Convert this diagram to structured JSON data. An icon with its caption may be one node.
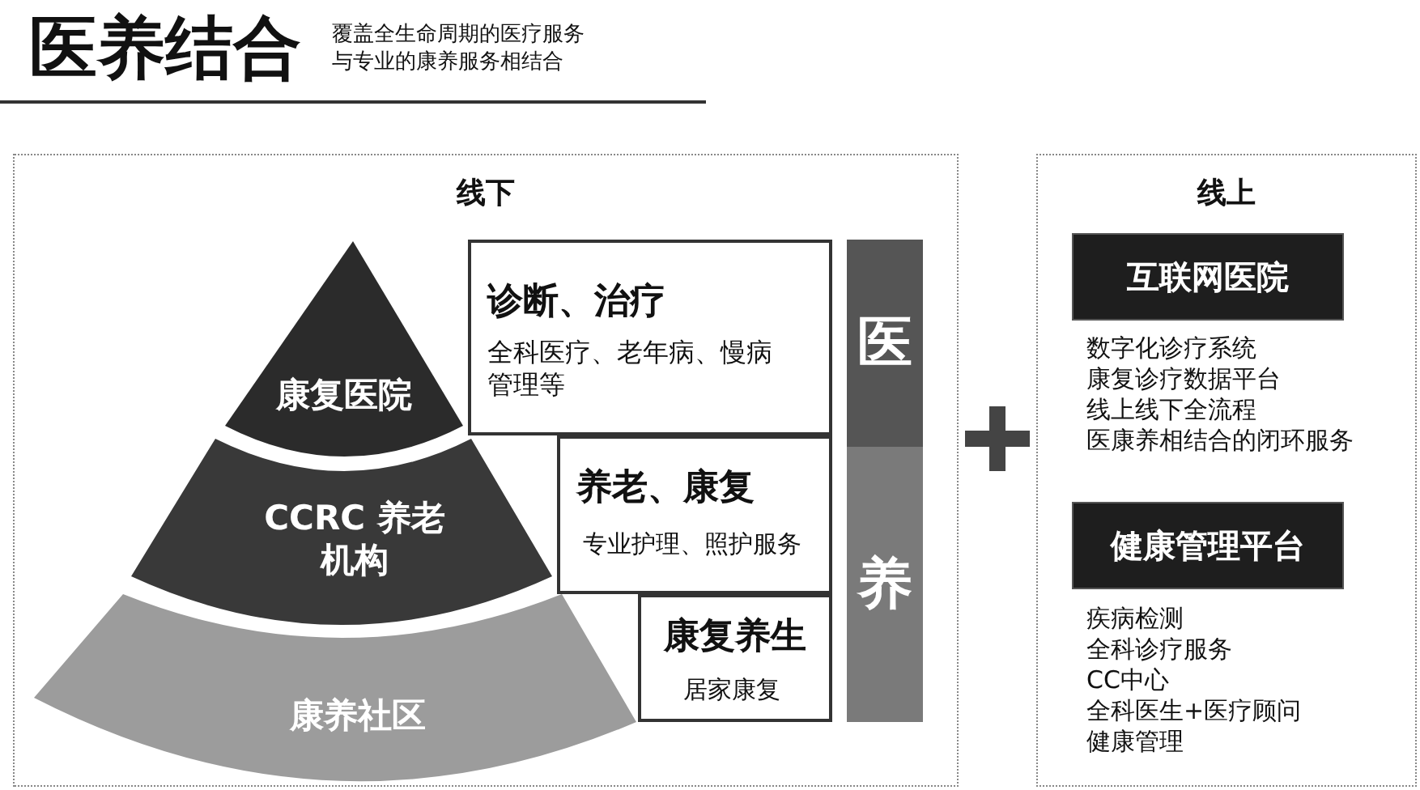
{
  "diagram": {
    "title": "医养结合",
    "nodes": [
      {
        "text": [
          "线下"
        ]
      },
      {
        "text": [
          "康复医院"
        ],
        "in": 0
      },
      {
        "text": [
          "CCRC 养老机构"
        ],
        "in": 0
      },
      {
        "text": [
          "康养社区"
        ],
        "in": 0
      },
      {
        "text": [
          "诊断、治疗",
          "全科医疗、老年病、慢病管理等"
        ],
        "in": 0
      },
      {
        "text": [
          "养老、康复",
          "专业护理、照护服务"
        ],
        "in": 0
      },
      {
        "text": [
          "康复养生",
          "居家康复"
        ],
        "in": 0
      },
      {
        "text": [
          "医"
        ],
        "in": 0
      },
      {
        "text": [
          "养"
        ],
        "in": 0
      },
      {
        "text": [
          "线上"
        ]
      },
      {
        "text": [
          "互联网医院"
        ],
        "in": 9,
        "beside": [
          "数字化诊疗系统",
          "康复诊疗数据平台",
          "线上线下全流程",
          "医康养相结合的闭环服务"
        ]
      },
      {
        "text": [
          "健康管理平台"
        ],
        "in": 9,
        "beside": [
          "疾病检测",
          "全科诊疗服务",
          "CC中心",
          "全科医生+医疗顾问",
          "健康管理"
        ]
      }
    ],
    "labels": [
      "覆盖全生命周期的医疗服务与专业的康养服务相结合"
    ]
  }
}
